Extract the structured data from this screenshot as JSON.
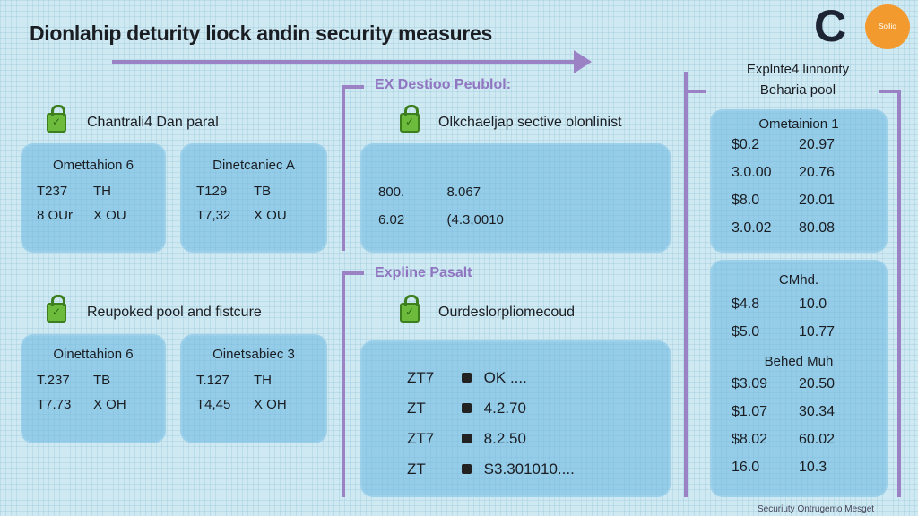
{
  "title": "Dionlahip deturity liock andin security measures",
  "logo": {
    "letter": "C",
    "badge": "Sollio"
  },
  "left": {
    "sections": [
      {
        "label": "Chantrali4 Dan paral",
        "cards": [
          {
            "title": "Omettahion 6",
            "rows": [
              [
                "T237",
                "TH"
              ],
              [
                "8 OUr",
                "X OU"
              ]
            ]
          },
          {
            "title": "Dinetcaniec A",
            "rows": [
              [
                "T129",
                "TB"
              ],
              [
                "T7,32",
                "X OU"
              ]
            ]
          }
        ]
      },
      {
        "label": "Reupoked pool and fistcure",
        "cards": [
          {
            "title": "Oinettahion 6",
            "rows": [
              [
                "T.237",
                "TB"
              ],
              [
                "T7.73",
                "X OH"
              ]
            ]
          },
          {
            "title": "Oinetsabiec 3",
            "rows": [
              [
                "T.127",
                "TH"
              ],
              [
                "T4,45",
                "X OH"
              ]
            ]
          }
        ]
      }
    ]
  },
  "middle": {
    "heading1": "EX Destioo Peublol:",
    "label1": "Olkchaeljap sective olonlinist",
    "card1": [
      [
        "800.",
        "8.067"
      ],
      [
        "6.02",
        "(4.3,0010"
      ]
    ],
    "heading2": "Expline Pasalt",
    "label2": "Ourdeslorpliomecoud",
    "card2": [
      [
        "ZT7",
        "OK ...."
      ],
      [
        "ZT",
        "4.2.70"
      ],
      [
        "ZT7",
        "8.2.50"
      ],
      [
        "ZT",
        "S3.301010...."
      ]
    ]
  },
  "right": {
    "heading": [
      "Explnte4 linnority",
      "Beharia pool"
    ],
    "card1": {
      "title": "Ometainion 1",
      "rows": [
        [
          "$0.2",
          "20.97"
        ],
        [
          "3.0.00",
          "20.76"
        ],
        [
          "$8.0",
          "20.01"
        ],
        [
          "3.0.02",
          "80.08"
        ]
      ]
    },
    "card2": {
      "title": "CMhd.",
      "rows": [
        [
          "$4.8",
          "10.0"
        ],
        [
          "$5.0",
          "10.77"
        ]
      ],
      "subtitle": "Behed Muh",
      "rows2": [
        [
          "$3.09",
          "20.50"
        ],
        [
          "$1.07",
          "30.34"
        ],
        [
          "$8.02",
          "60.02"
        ],
        [
          "16.0",
          "10.3"
        ]
      ]
    }
  },
  "footer": "Securiuty Ontrugemo Mesget",
  "colors": {
    "accent": "#9b82c4",
    "card": "#8ecbe8",
    "lock": "#6cbb3c",
    "logo": "#f29a2e"
  }
}
